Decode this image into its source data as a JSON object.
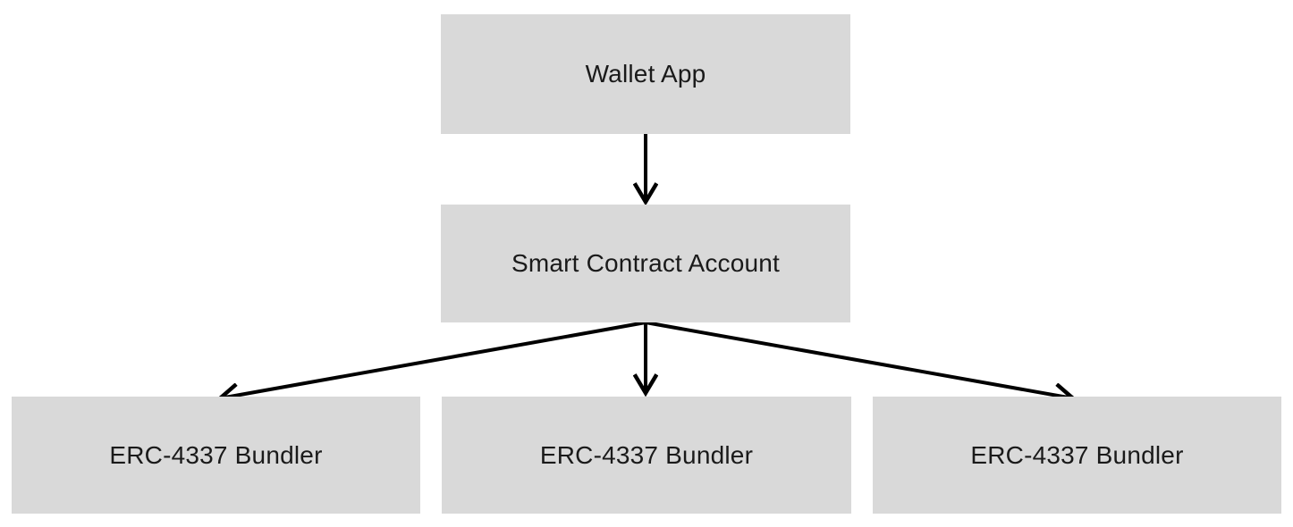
{
  "diagram": {
    "type": "flowchart",
    "direction": "top-down",
    "nodes": {
      "wallet_app": {
        "label": "Wallet App"
      },
      "smart_contract_account": {
        "label": "Smart Contract Account"
      },
      "bundler_left": {
        "label": "ERC-4337 Bundler"
      },
      "bundler_middle": {
        "label": "ERC-4337 Bundler"
      },
      "bundler_right": {
        "label": "ERC-4337 Bundler"
      }
    },
    "edges": [
      {
        "from": "wallet_app",
        "to": "smart_contract_account",
        "arrow": "chevron"
      },
      {
        "from": "smart_contract_account",
        "to": "bundler_left",
        "arrow": "chevron"
      },
      {
        "from": "smart_contract_account",
        "to": "bundler_middle",
        "arrow": "chevron"
      },
      {
        "from": "smart_contract_account",
        "to": "bundler_right",
        "arrow": "chevron"
      }
    ],
    "colors": {
      "node_fill": "#d9d9d9",
      "node_text": "#1a1a1a",
      "arrow": "#000000",
      "background": "#ffffff"
    }
  }
}
